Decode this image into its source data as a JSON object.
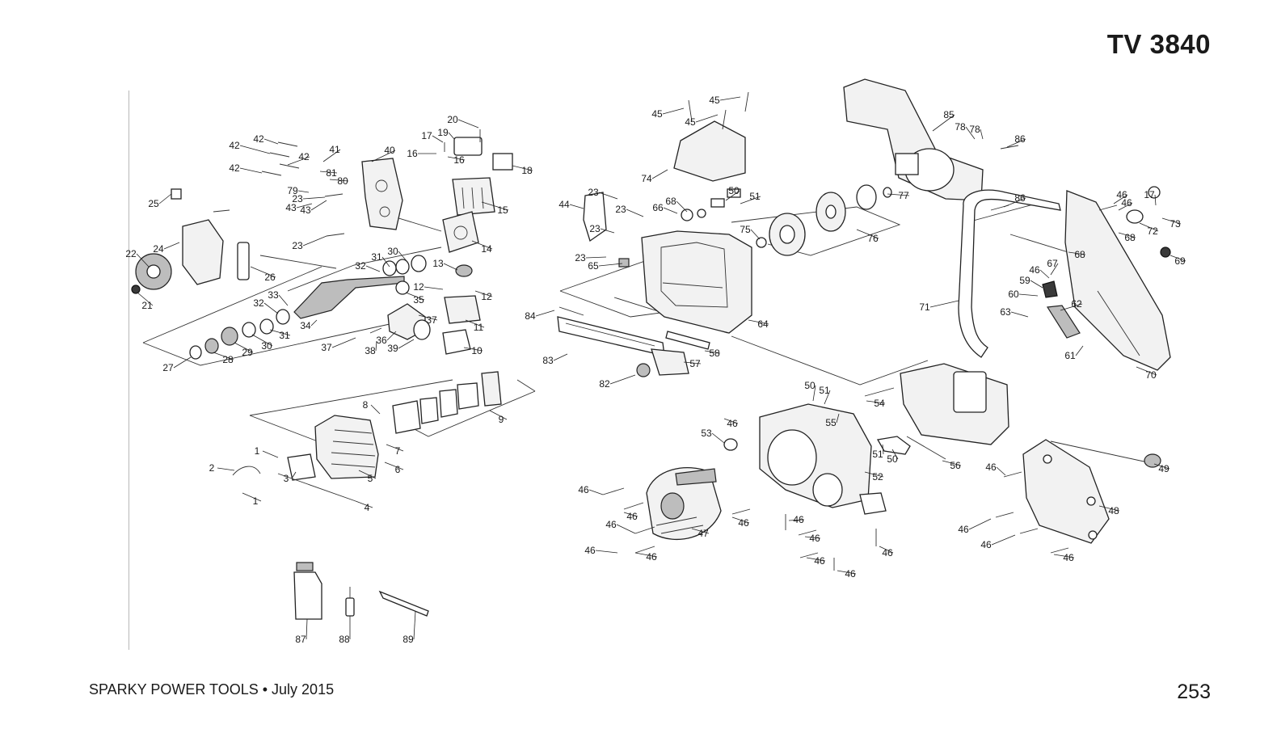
{
  "header": {
    "model": "TV 3840"
  },
  "footer": {
    "brand": "SPARKY POWER TOOLS • July 2015",
    "page_number": "253"
  },
  "callouts": [
    {
      "id": "c20",
      "label": "20"
    },
    {
      "id": "c19",
      "label": "19"
    },
    {
      "id": "c17a",
      "label": "17"
    },
    {
      "id": "c16a",
      "label": "16"
    },
    {
      "id": "c16b",
      "label": "16"
    },
    {
      "id": "c18",
      "label": "18"
    },
    {
      "id": "c15",
      "label": "15"
    },
    {
      "id": "c14",
      "label": "14"
    },
    {
      "id": "c13",
      "label": "13"
    },
    {
      "id": "c12a",
      "label": "12"
    },
    {
      "id": "c12b",
      "label": "12"
    },
    {
      "id": "c11",
      "label": "11"
    },
    {
      "id": "c10",
      "label": "10"
    },
    {
      "id": "c42a",
      "label": "42"
    },
    {
      "id": "c42b",
      "label": "42"
    },
    {
      "id": "c42c",
      "label": "42"
    },
    {
      "id": "c42d",
      "label": "42"
    },
    {
      "id": "c41",
      "label": "41"
    },
    {
      "id": "c40",
      "label": "40"
    },
    {
      "id": "c81",
      "label": "81"
    },
    {
      "id": "c80",
      "label": "80"
    },
    {
      "id": "c79",
      "label": "79"
    },
    {
      "id": "c43a",
      "label": "43"
    },
    {
      "id": "c43b",
      "label": "43"
    },
    {
      "id": "c23a",
      "label": "23"
    },
    {
      "id": "c23b",
      "label": "23"
    },
    {
      "id": "c23c",
      "label": "23"
    },
    {
      "id": "c25",
      "label": "25"
    },
    {
      "id": "c24",
      "label": "24"
    },
    {
      "id": "c22",
      "label": "22"
    },
    {
      "id": "c21",
      "label": "21"
    },
    {
      "id": "c26",
      "label": "26"
    },
    {
      "id": "c30a",
      "label": "30"
    },
    {
      "id": "c31a",
      "label": "31"
    },
    {
      "id": "c32a",
      "label": "32"
    },
    {
      "id": "c35",
      "label": "35"
    },
    {
      "id": "c33",
      "label": "33"
    },
    {
      "id": "c32b",
      "label": "32"
    },
    {
      "id": "c34",
      "label": "34"
    },
    {
      "id": "c31b",
      "label": "31"
    },
    {
      "id": "c30b",
      "label": "30"
    },
    {
      "id": "c29",
      "label": "29"
    },
    {
      "id": "c28",
      "label": "28"
    },
    {
      "id": "c27",
      "label": "27"
    },
    {
      "id": "c37a",
      "label": "37"
    },
    {
      "id": "c37b",
      "label": "37"
    },
    {
      "id": "c38",
      "label": "38"
    },
    {
      "id": "c36",
      "label": "36"
    },
    {
      "id": "c39",
      "label": "39"
    },
    {
      "id": "c8",
      "label": "8"
    },
    {
      "id": "c9",
      "label": "9"
    },
    {
      "id": "c7",
      "label": "7"
    },
    {
      "id": "c6",
      "label": "6"
    },
    {
      "id": "c5",
      "label": "5"
    },
    {
      "id": "c4",
      "label": "4"
    },
    {
      "id": "c3",
      "label": "3"
    },
    {
      "id": "c2",
      "label": "2"
    },
    {
      "id": "c1a",
      "label": "1"
    },
    {
      "id": "c1b",
      "label": "1"
    },
    {
      "id": "c87",
      "label": "87"
    },
    {
      "id": "c88",
      "label": "88"
    },
    {
      "id": "c89",
      "label": "89"
    },
    {
      "id": "c45a",
      "label": "45"
    },
    {
      "id": "c45b",
      "label": "45"
    },
    {
      "id": "c45c",
      "label": "45"
    },
    {
      "id": "c74",
      "label": "74"
    },
    {
      "id": "c44",
      "label": "44"
    },
    {
      "id": "c23d",
      "label": "23"
    },
    {
      "id": "c23e",
      "label": "23"
    },
    {
      "id": "c23f",
      "label": "23"
    },
    {
      "id": "c23g",
      "label": "23"
    },
    {
      "id": "c66",
      "label": "66"
    },
    {
      "id": "c68a",
      "label": "68"
    },
    {
      "id": "c50a",
      "label": "50"
    },
    {
      "id": "c51a",
      "label": "51"
    },
    {
      "id": "c75",
      "label": "75"
    },
    {
      "id": "c76",
      "label": "76"
    },
    {
      "id": "c77",
      "label": "77"
    },
    {
      "id": "c65",
      "label": "65"
    },
    {
      "id": "c64",
      "label": "64"
    },
    {
      "id": "c84",
      "label": "84"
    },
    {
      "id": "c83",
      "label": "83"
    },
    {
      "id": "c58",
      "label": "58"
    },
    {
      "id": "c57",
      "label": "57"
    },
    {
      "id": "c82",
      "label": "82"
    },
    {
      "id": "c85",
      "label": "85"
    },
    {
      "id": "c78a",
      "label": "78"
    },
    {
      "id": "c78b",
      "label": "78"
    },
    {
      "id": "c86a",
      "label": "86"
    },
    {
      "id": "c86b",
      "label": "86"
    },
    {
      "id": "c46a",
      "label": "46"
    },
    {
      "id": "c46b",
      "label": "46"
    },
    {
      "id": "c17b",
      "label": "17"
    },
    {
      "id": "c73",
      "label": "73"
    },
    {
      "id": "c72",
      "label": "72"
    },
    {
      "id": "c68b",
      "label": "68"
    },
    {
      "id": "c68c",
      "label": "68"
    },
    {
      "id": "c69",
      "label": "69"
    },
    {
      "id": "c67",
      "label": "67"
    },
    {
      "id": "c46c",
      "label": "46"
    },
    {
      "id": "c59",
      "label": "59"
    },
    {
      "id": "c60",
      "label": "60"
    },
    {
      "id": "c62",
      "label": "62"
    },
    {
      "id": "c63",
      "label": "63"
    },
    {
      "id": "c71",
      "label": "71"
    },
    {
      "id": "c61",
      "label": "61"
    },
    {
      "id": "c70",
      "label": "70"
    },
    {
      "id": "c50b",
      "label": "50"
    },
    {
      "id": "c51b",
      "label": "51"
    },
    {
      "id": "c55",
      "label": "55"
    },
    {
      "id": "c54",
      "label": "54"
    },
    {
      "id": "c46d",
      "label": "46"
    },
    {
      "id": "c53",
      "label": "53"
    },
    {
      "id": "c51c",
      "label": "51"
    },
    {
      "id": "c50c",
      "label": "50"
    },
    {
      "id": "c56",
      "label": "56"
    },
    {
      "id": "c52",
      "label": "52"
    },
    {
      "id": "c46e",
      "label": "46"
    },
    {
      "id": "c49",
      "label": "49"
    },
    {
      "id": "c48",
      "label": "48"
    },
    {
      "id": "c46f",
      "label": "46"
    },
    {
      "id": "c46g",
      "label": "46"
    },
    {
      "id": "c46h",
      "label": "46"
    },
    {
      "id": "c46i",
      "label": "46"
    },
    {
      "id": "c46j",
      "label": "46"
    },
    {
      "id": "c46k",
      "label": "46"
    },
    {
      "id": "c46l",
      "label": "46"
    },
    {
      "id": "c46m",
      "label": "46"
    },
    {
      "id": "c47",
      "label": "47"
    },
    {
      "id": "c46n",
      "label": "46"
    },
    {
      "id": "c46o",
      "label": "46"
    },
    {
      "id": "c46p",
      "label": "46"
    },
    {
      "id": "c46q",
      "label": "46"
    },
    {
      "id": "c46r",
      "label": "46"
    },
    {
      "id": "c46s",
      "label": "46"
    }
  ]
}
